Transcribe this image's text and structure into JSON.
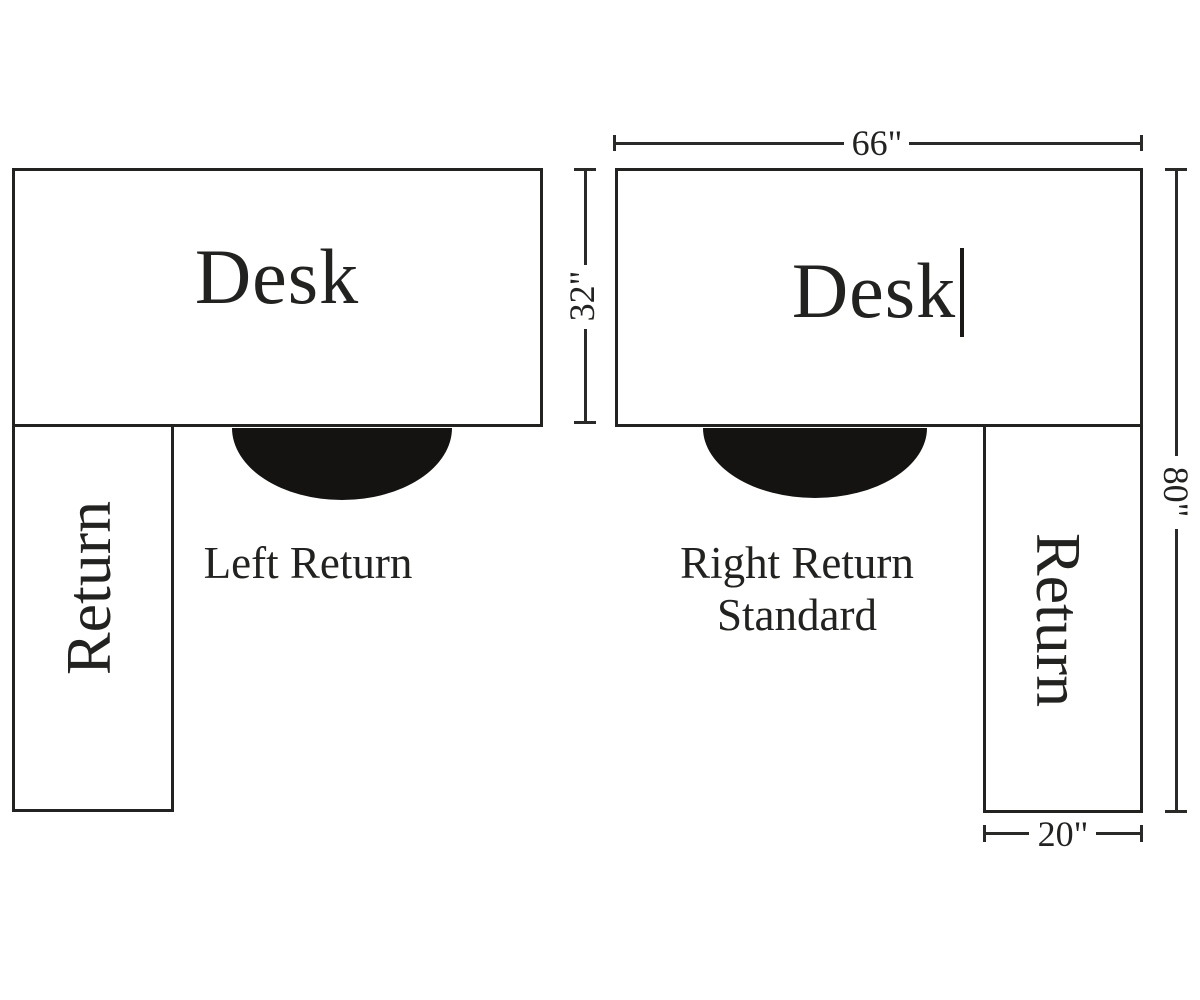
{
  "diagram": {
    "title_hint": "desk-return-configuration-diagram",
    "colors": {
      "ink": "#222220",
      "background": "#ffffff",
      "chair_fill": "#141311"
    },
    "left_configuration": {
      "desk_label": "Desk",
      "return_label": "Return",
      "caption": "Left Return"
    },
    "right_configuration": {
      "desk_label": "Desk",
      "return_label": "Return",
      "caption_line1": "Right Return",
      "caption_line2": "Standard",
      "dimensions": {
        "desk_width": "66\"",
        "desk_depth": "32\"",
        "total_depth": "80\"",
        "return_width": "20\""
      }
    }
  }
}
